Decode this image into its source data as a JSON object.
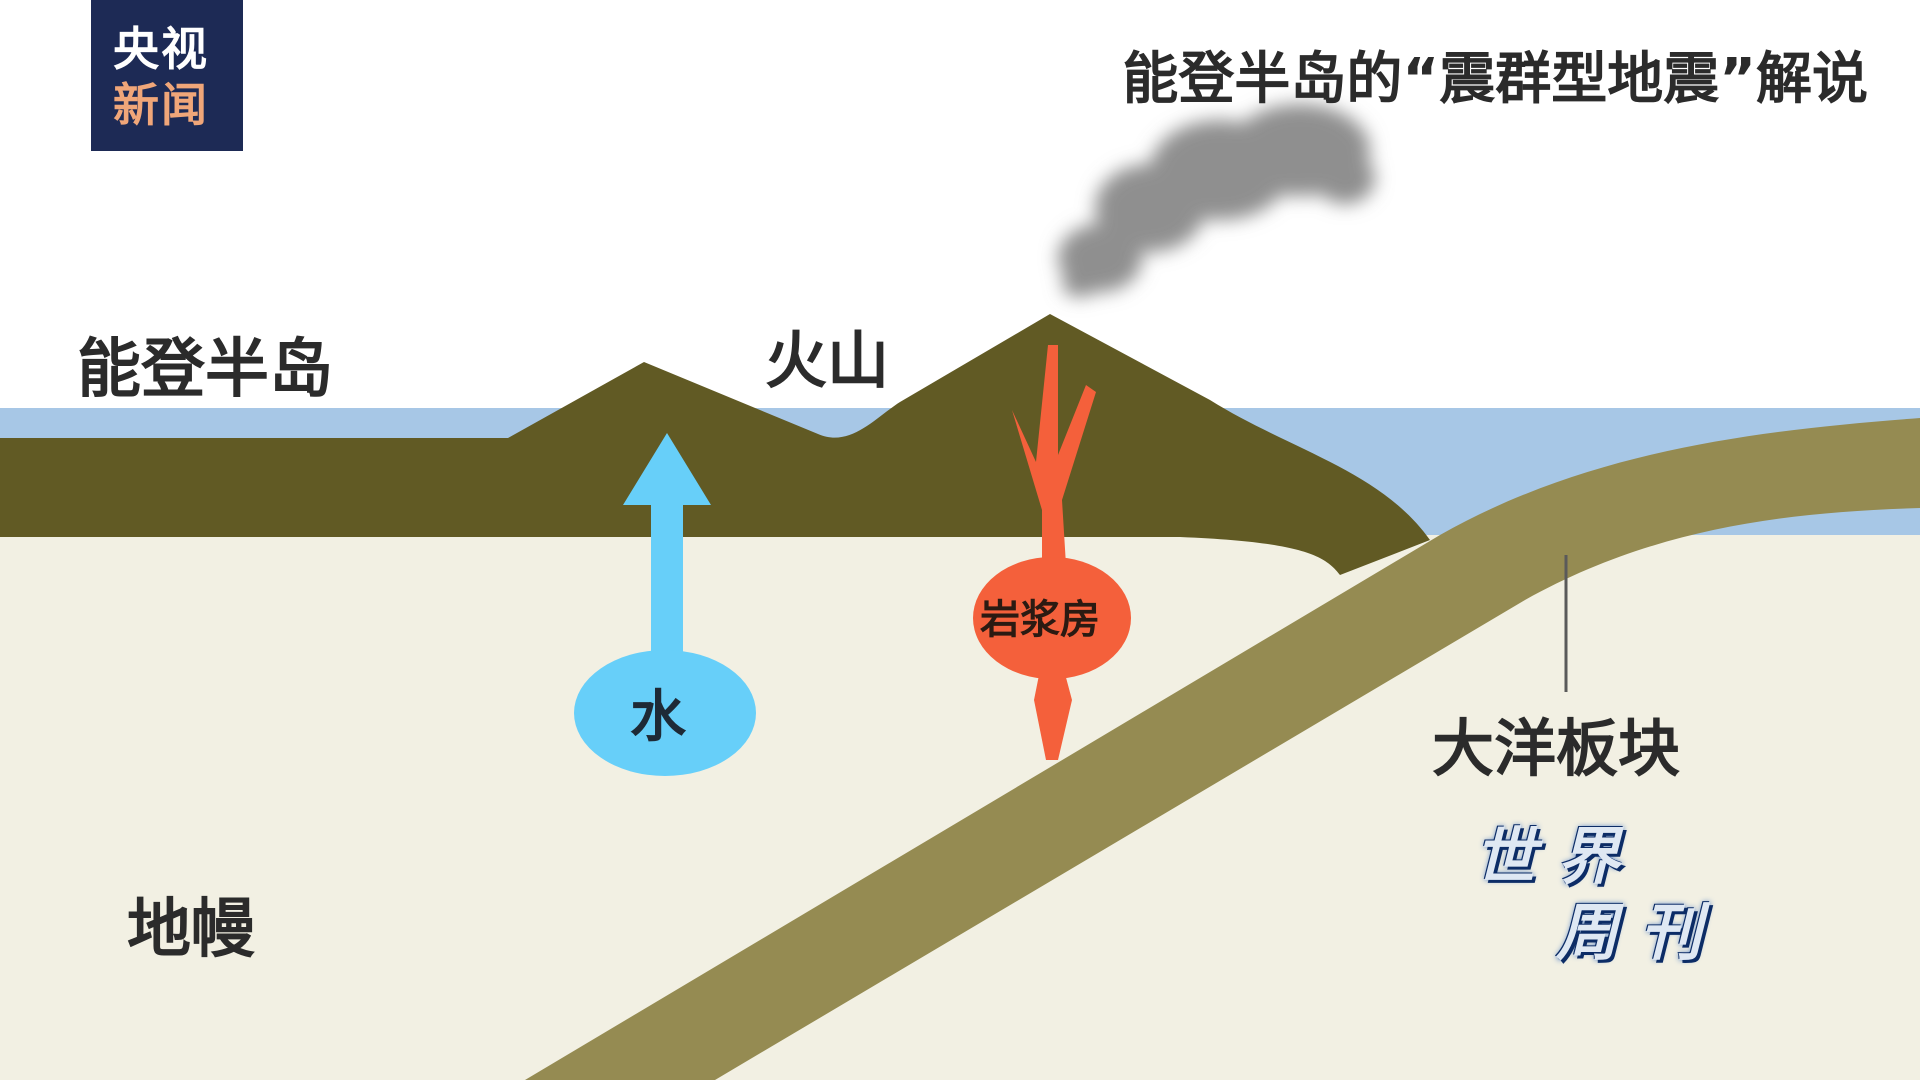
{
  "broadcaster_logo": {
    "line1": "央视",
    "line2": "新闻"
  },
  "title": "能登半岛的“震群型地震”解说",
  "labels": {
    "noto_peninsula": "能登半岛",
    "volcano": "火山",
    "water": "水",
    "magma_chamber": "岩浆房",
    "oceanic_plate": "大洋板块",
    "mantle": "地幔"
  },
  "program_logo": {
    "line1": "世 界",
    "line2": "周 刊"
  },
  "colors": {
    "sky": "#ffffff",
    "sea": "#a7c7e6",
    "crust": "#615a24",
    "mantle": "#f2f0e3",
    "oceanic_plate": "#958b52",
    "water": "#67cff9",
    "magma": "#f4603b",
    "smoke": "#8f8f8f",
    "logo_bg": "#1d2a55"
  }
}
